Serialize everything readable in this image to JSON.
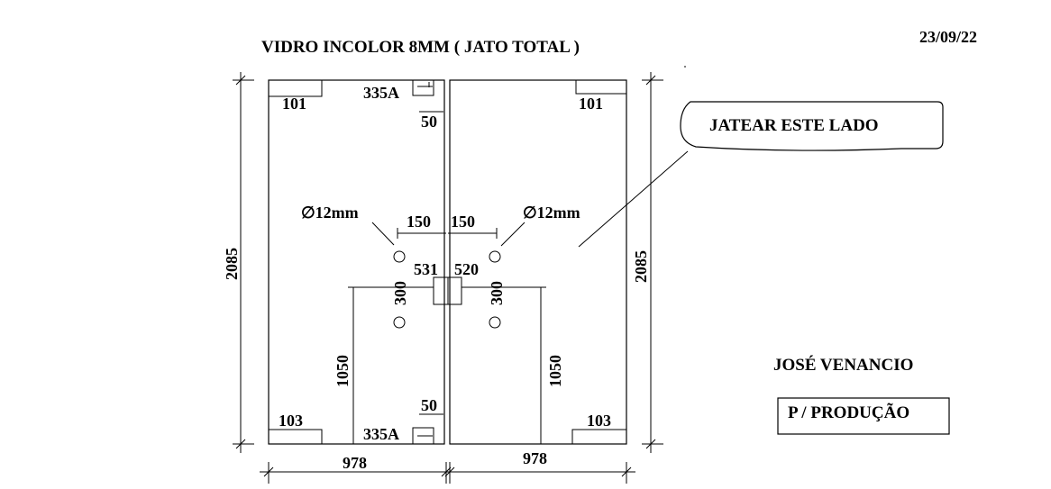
{
  "title": "VIDRO INCOLOR  8MM  ( JATO TOTAL )",
  "date": "23/09/22",
  "note_bubble": "JATEAR ESTE LADO",
  "client_name": "JOSÉ VENANCIO",
  "purpose_box": "P / PRODUÇÃO",
  "height_left": "2085",
  "height_right": "2085",
  "width_left": "978",
  "width_right": "978",
  "left_panel": {
    "corner_top": "101",
    "corner_bottom": "103",
    "hinge_top": "335A",
    "hinge_bottom": "335A",
    "hinge_top_offset": "50",
    "hinge_bottom_offset": "50",
    "hole_label": "∅12mm",
    "hole_edge_distance": "150",
    "hole_spacing": "300",
    "handle_code": "531",
    "handle_height": "1050"
  },
  "right_panel": {
    "corner_top": "101",
    "corner_bottom": "103",
    "hole_label": "∅12mm",
    "hole_edge_distance": "150",
    "hole_spacing": "300",
    "handle_code": "520",
    "handle_height": "1050"
  }
}
